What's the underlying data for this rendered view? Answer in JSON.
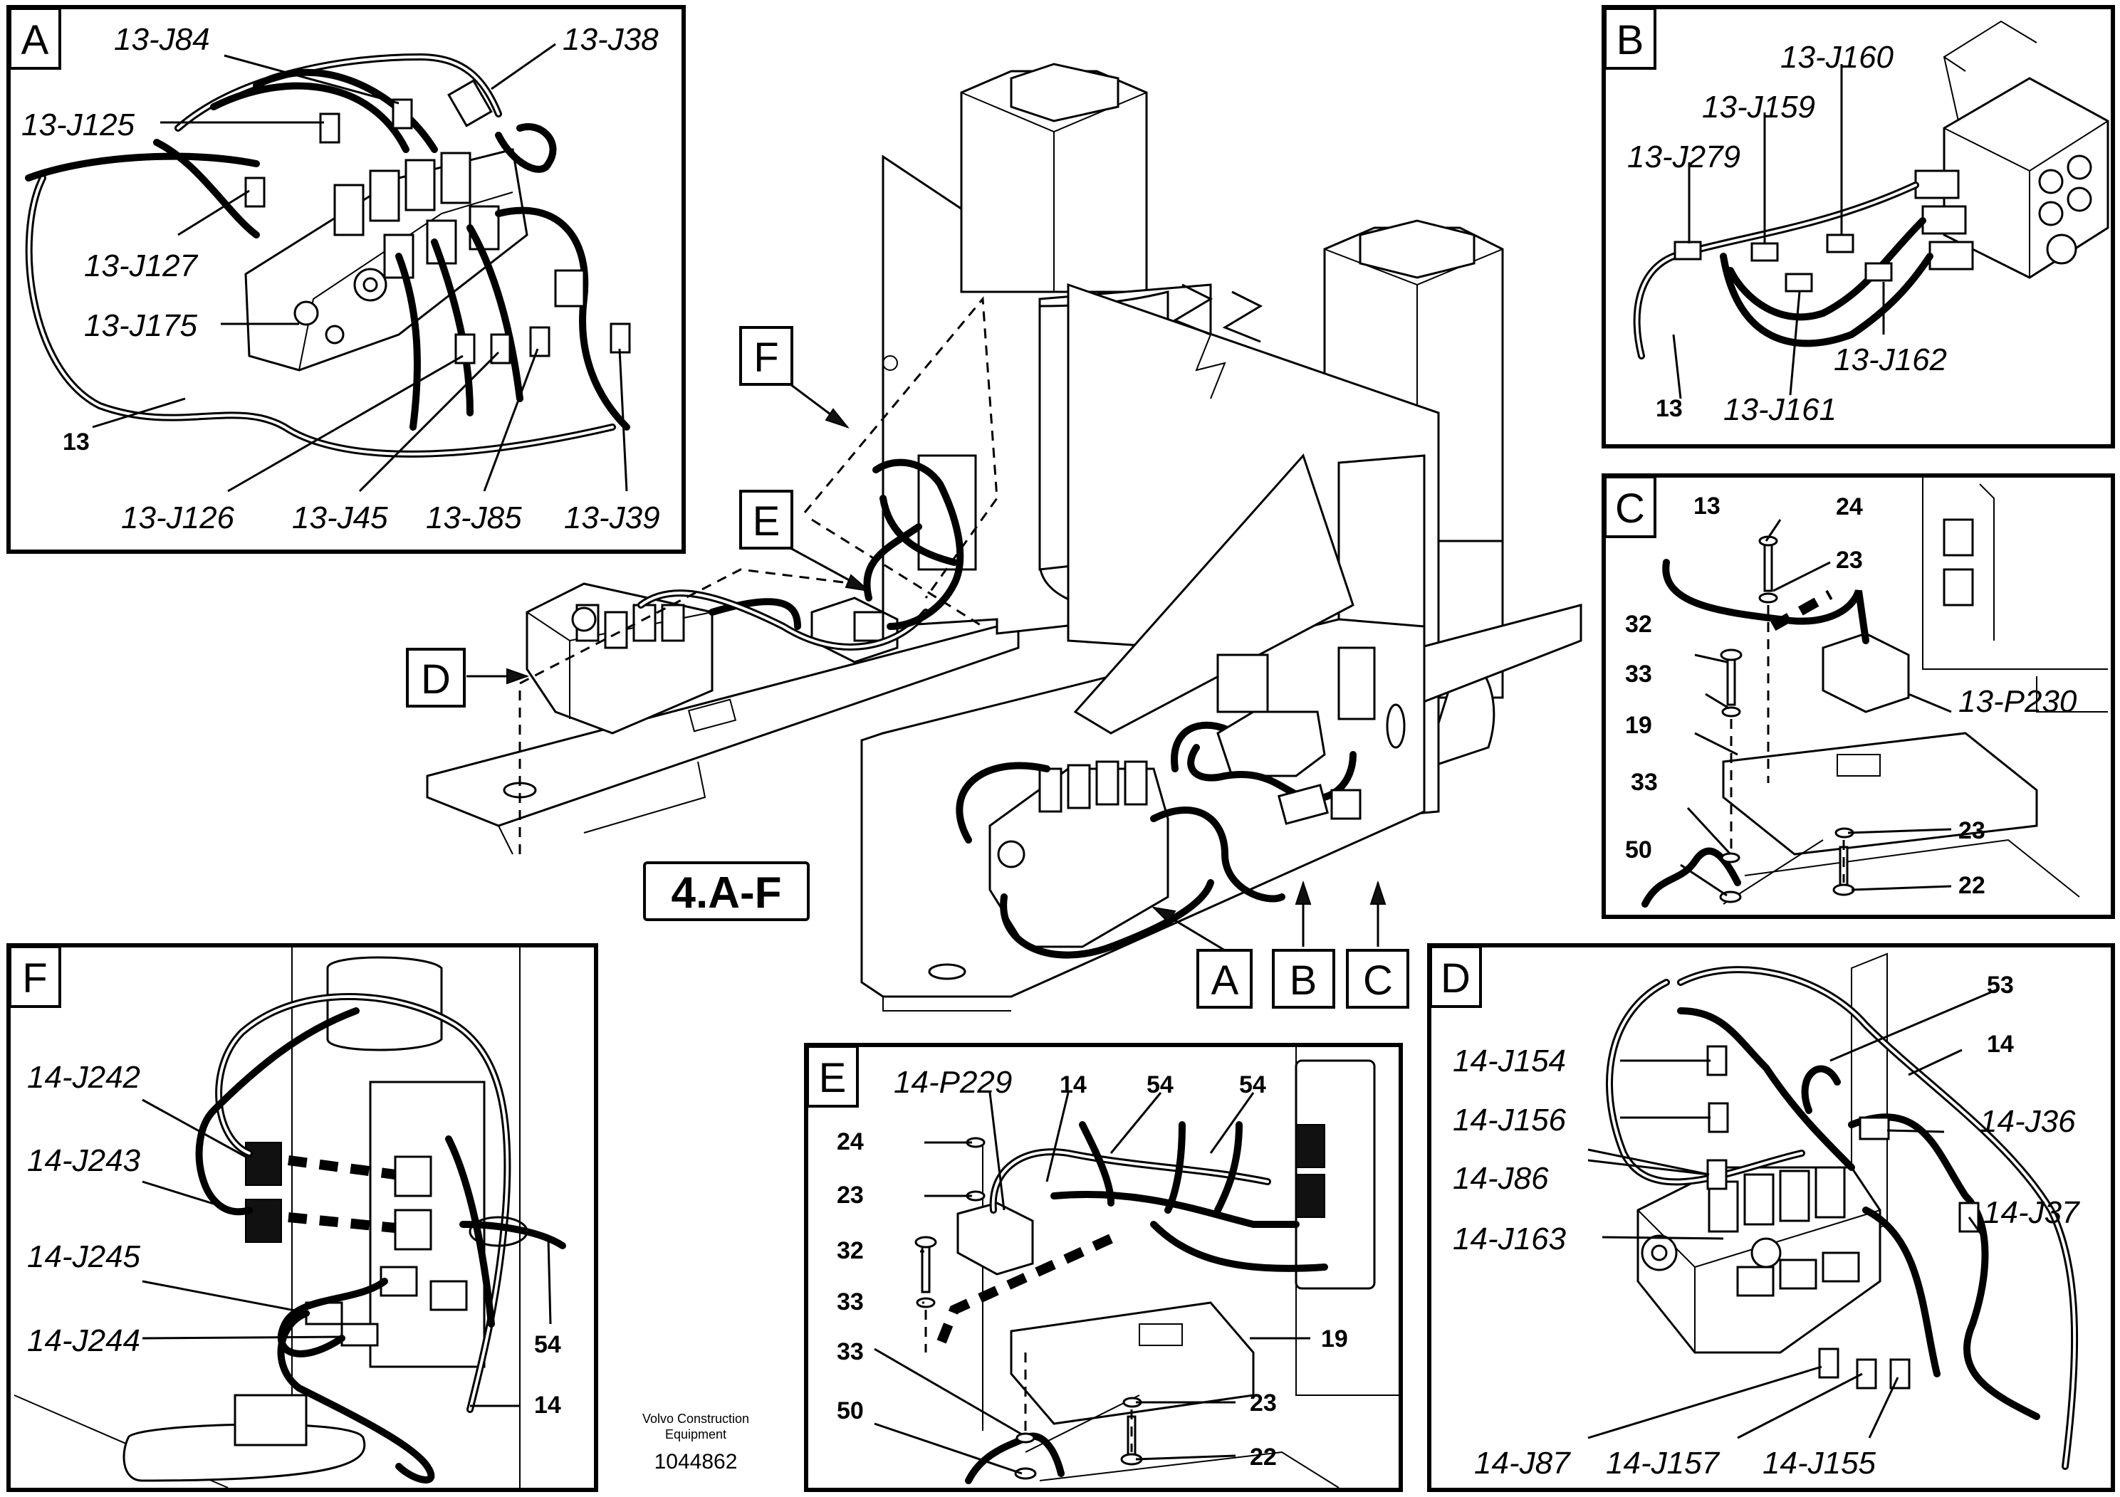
{
  "drawing": {
    "title": "4.A-F",
    "publisher_line1": "Volvo Construction",
    "publisher_line2": "Equipment",
    "drawing_number": "1044862"
  },
  "main_view": {
    "callouts": [
      "A",
      "B",
      "C",
      "D",
      "E",
      "F"
    ]
  },
  "detail_A": {
    "tag": "A",
    "labels": [
      "13-J84",
      "13-J38",
      "13-J125",
      "13-J127",
      "13-J175",
      "13",
      "13-J126",
      "13-J45",
      "13-J85",
      "13-J39"
    ]
  },
  "detail_B": {
    "tag": "B",
    "labels": [
      "13-J160",
      "13-J159",
      "13-J279",
      "13-J162",
      "13",
      "13-J161"
    ]
  },
  "detail_C": {
    "tag": "C",
    "labels": [
      "13",
      "24",
      "23",
      "32",
      "33",
      "19",
      "33",
      "50",
      "13-P230",
      "23",
      "22"
    ]
  },
  "detail_D": {
    "tag": "D",
    "labels": [
      "53",
      "14",
      "14-J154",
      "14-J156",
      "14-J36",
      "14-J86",
      "14-J37",
      "14-J163",
      "14-J87",
      "14-J157",
      "14-J155"
    ]
  },
  "detail_E": {
    "tag": "E",
    "labels": [
      "14-P229",
      "14",
      "54",
      "54",
      "24",
      "23",
      "32",
      "33",
      "19",
      "33",
      "23",
      "50",
      "22"
    ]
  },
  "detail_F": {
    "tag": "F",
    "labels": [
      "14-J242",
      "14-J243",
      "14-J245",
      "14-J244",
      "54",
      "14"
    ]
  }
}
